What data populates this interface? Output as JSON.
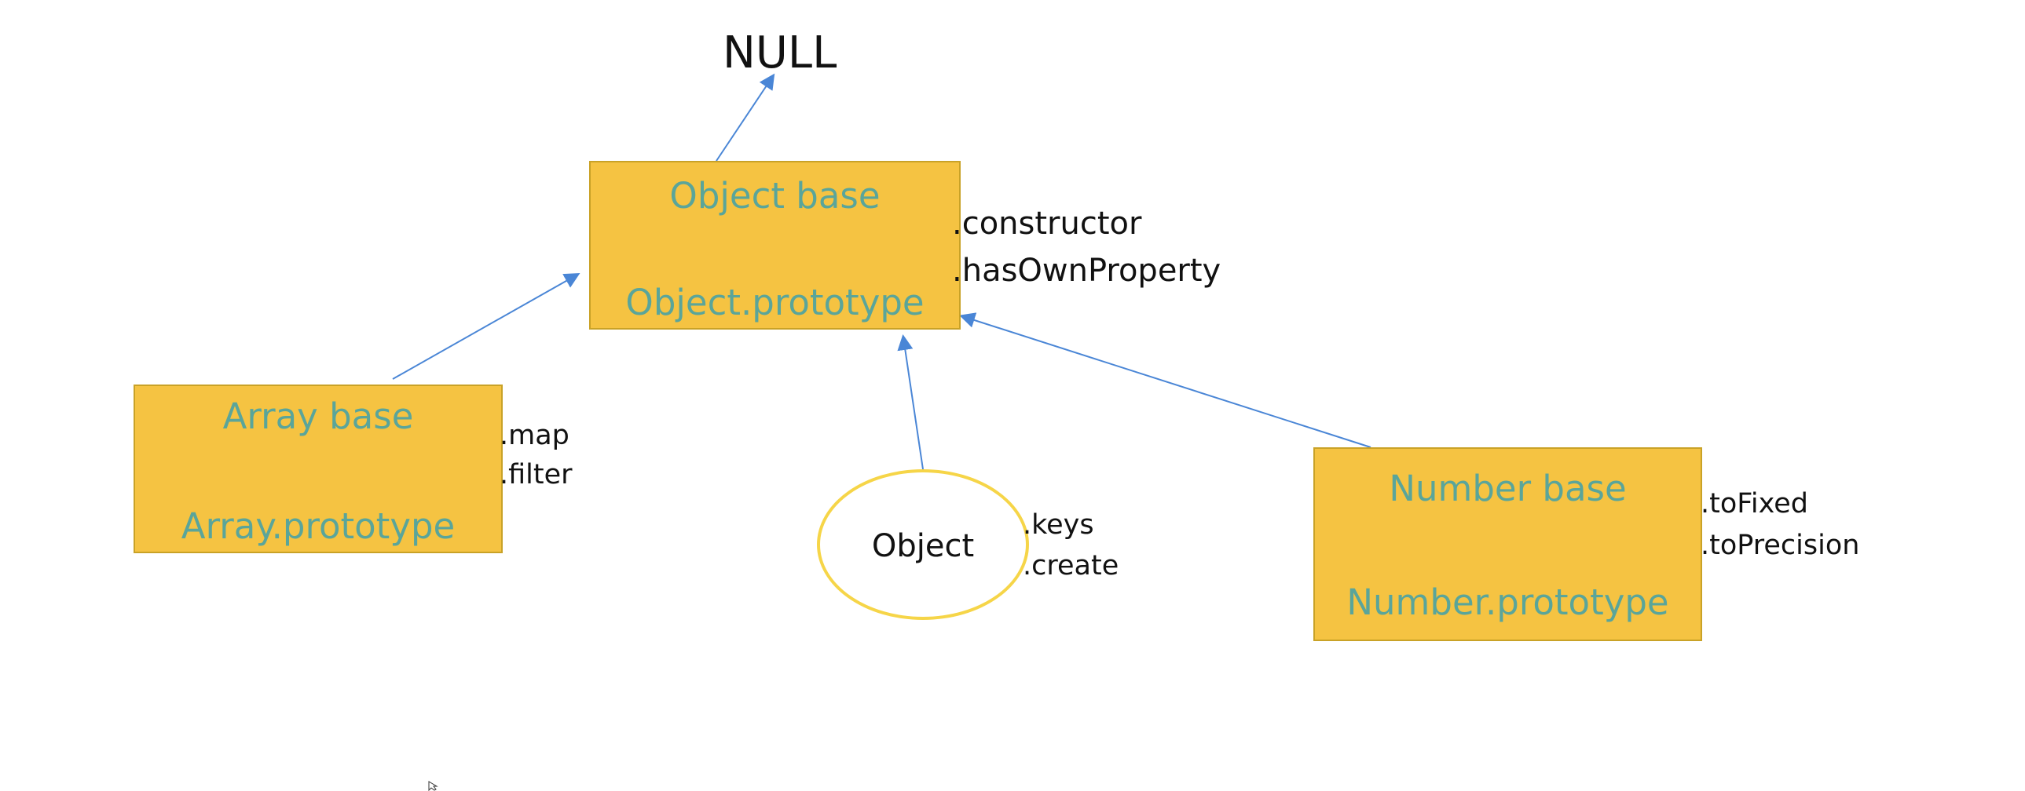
{
  "null_label": "NULL",
  "object_base": {
    "title": "Object base",
    "prototype": "Object.prototype",
    "props": [
      ".constructor",
      ".hasOwnProperty"
    ]
  },
  "array_base": {
    "title": "Array base",
    "prototype": "Array.prototype",
    "props": [
      ".map",
      ".filter"
    ]
  },
  "object_fn": {
    "label": "Object",
    "props": [
      ".keys",
      ".create"
    ]
  },
  "number_base": {
    "title": "Number base",
    "prototype": "Number.prototype",
    "props": [
      ".toFixed",
      ".toPrecision"
    ]
  },
  "colors": {
    "box_fill": "#F5C342",
    "box_border": "#C9A227",
    "box_text": "#5AA59A",
    "ellipse_border": "#F6D548",
    "arrow": "#4A86D6"
  }
}
